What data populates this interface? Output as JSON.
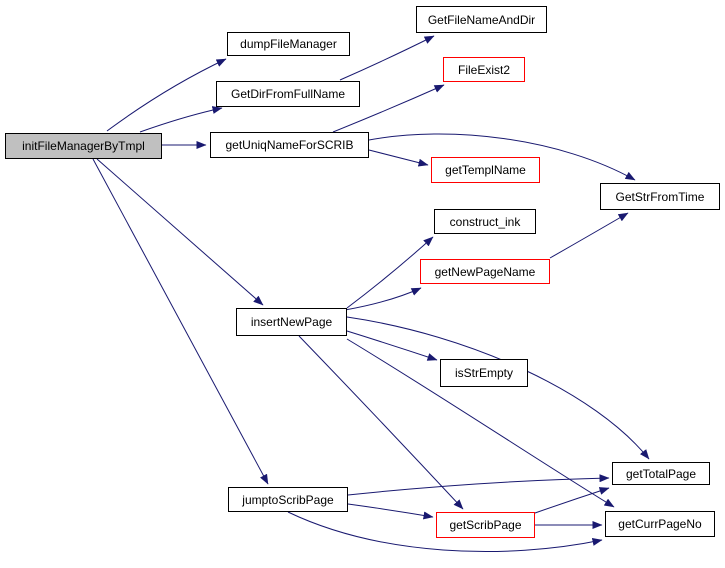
{
  "diagram": {
    "type": "call-graph",
    "background_color": "#ffffff",
    "edge_color": "#191970",
    "node_border_color": "#000000",
    "red_node_border_color": "#ff0000",
    "root_fill_color": "#c0c0c0",
    "nodes": [
      {
        "id": "initFileManagerByTmpl",
        "label": "initFileManagerByTmpl",
        "style": "root"
      },
      {
        "id": "dumpFileManager",
        "label": "dumpFileManager",
        "style": "normal"
      },
      {
        "id": "GetDirFromFullName",
        "label": "GetDirFromFullName",
        "style": "normal"
      },
      {
        "id": "getUniqNameForSCRIB",
        "label": "getUniqNameForSCRIB",
        "style": "normal"
      },
      {
        "id": "GetFileNameAndDir",
        "label": "GetFileNameAndDir",
        "style": "normal"
      },
      {
        "id": "FileExist2",
        "label": "FileExist2",
        "style": "red"
      },
      {
        "id": "getTemplName",
        "label": "getTemplName",
        "style": "red"
      },
      {
        "id": "GetStrFromTime",
        "label": "GetStrFromTime",
        "style": "normal"
      },
      {
        "id": "construct_ink",
        "label": "construct_ink",
        "style": "normal"
      },
      {
        "id": "getNewPageName",
        "label": "getNewPageName",
        "style": "red"
      },
      {
        "id": "insertNewPage",
        "label": "insertNewPage",
        "style": "normal"
      },
      {
        "id": "isStrEmpty",
        "label": "isStrEmpty",
        "style": "normal"
      },
      {
        "id": "jumptoScribPage",
        "label": "jumptoScribPage",
        "style": "normal"
      },
      {
        "id": "getTotalPage",
        "label": "getTotalPage",
        "style": "normal"
      },
      {
        "id": "getScribPage",
        "label": "getScribPage",
        "style": "red"
      },
      {
        "id": "getCurrPageNo",
        "label": "getCurrPageNo",
        "style": "normal"
      }
    ],
    "edges": [
      {
        "from": "initFileManagerByTmpl",
        "to": "dumpFileManager"
      },
      {
        "from": "initFileManagerByTmpl",
        "to": "GetDirFromFullName"
      },
      {
        "from": "initFileManagerByTmpl",
        "to": "getUniqNameForSCRIB"
      },
      {
        "from": "initFileManagerByTmpl",
        "to": "insertNewPage"
      },
      {
        "from": "initFileManagerByTmpl",
        "to": "jumptoScribPage"
      },
      {
        "from": "GetDirFromFullName",
        "to": "GetFileNameAndDir"
      },
      {
        "from": "getUniqNameForSCRIB",
        "to": "FileExist2"
      },
      {
        "from": "getUniqNameForSCRIB",
        "to": "getTemplName"
      },
      {
        "from": "getUniqNameForSCRIB",
        "to": "GetStrFromTime"
      },
      {
        "from": "getNewPageName",
        "to": "GetStrFromTime"
      },
      {
        "from": "insertNewPage",
        "to": "construct_ink"
      },
      {
        "from": "insertNewPage",
        "to": "getNewPageName"
      },
      {
        "from": "insertNewPage",
        "to": "getTotalPage"
      },
      {
        "from": "insertNewPage",
        "to": "isStrEmpty"
      },
      {
        "from": "insertNewPage",
        "to": "getScribPage"
      },
      {
        "from": "insertNewPage",
        "to": "getCurrPageNo"
      },
      {
        "from": "jumptoScribPage",
        "to": "getTotalPage"
      },
      {
        "from": "jumptoScribPage",
        "to": "getScribPage"
      },
      {
        "from": "jumptoScribPage",
        "to": "getCurrPageNo"
      },
      {
        "from": "getScribPage",
        "to": "getTotalPage"
      },
      {
        "from": "getScribPage",
        "to": "getCurrPageNo"
      }
    ]
  }
}
